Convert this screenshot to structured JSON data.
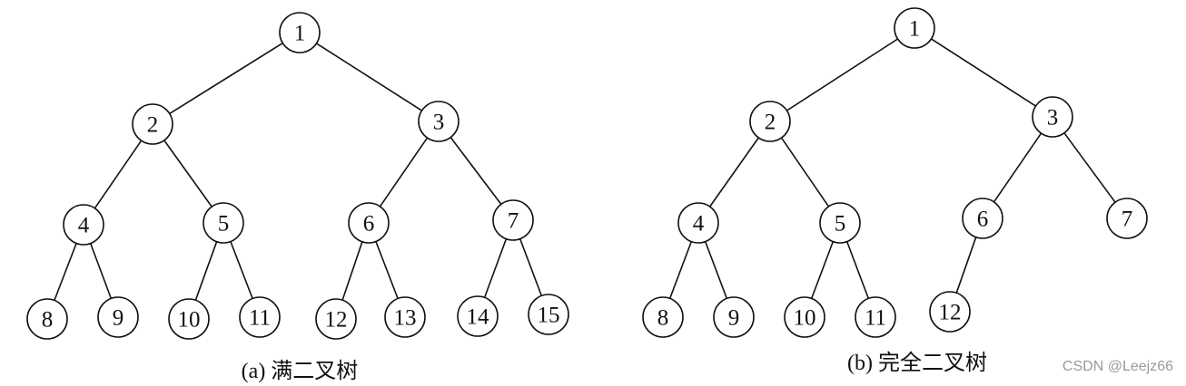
{
  "trees": [
    {
      "id": "full",
      "caption": "(a) 满二叉树",
      "nodes": [
        "1",
        "2",
        "3",
        "4",
        "5",
        "6",
        "7",
        "8",
        "9",
        "10",
        "11",
        "12",
        "13",
        "14",
        "15"
      ],
      "edges": [
        [
          "1",
          "2"
        ],
        [
          "1",
          "3"
        ],
        [
          "2",
          "4"
        ],
        [
          "2",
          "5"
        ],
        [
          "3",
          "6"
        ],
        [
          "3",
          "7"
        ],
        [
          "4",
          "8"
        ],
        [
          "4",
          "9"
        ],
        [
          "5",
          "10"
        ],
        [
          "5",
          "11"
        ],
        [
          "6",
          "12"
        ],
        [
          "6",
          "13"
        ],
        [
          "7",
          "14"
        ],
        [
          "7",
          "15"
        ]
      ]
    },
    {
      "id": "complete",
      "caption": "(b) 完全二叉树",
      "nodes": [
        "1",
        "2",
        "3",
        "4",
        "5",
        "6",
        "7",
        "8",
        "9",
        "10",
        "11",
        "12"
      ],
      "edges": [
        [
          "1",
          "2"
        ],
        [
          "1",
          "3"
        ],
        [
          "2",
          "4"
        ],
        [
          "2",
          "5"
        ],
        [
          "3",
          "6"
        ],
        [
          "3",
          "7"
        ],
        [
          "4",
          "8"
        ],
        [
          "4",
          "9"
        ],
        [
          "5",
          "10"
        ],
        [
          "5",
          "11"
        ],
        [
          "6",
          "12"
        ]
      ]
    }
  ],
  "watermark": "CSDN @Leejz66"
}
